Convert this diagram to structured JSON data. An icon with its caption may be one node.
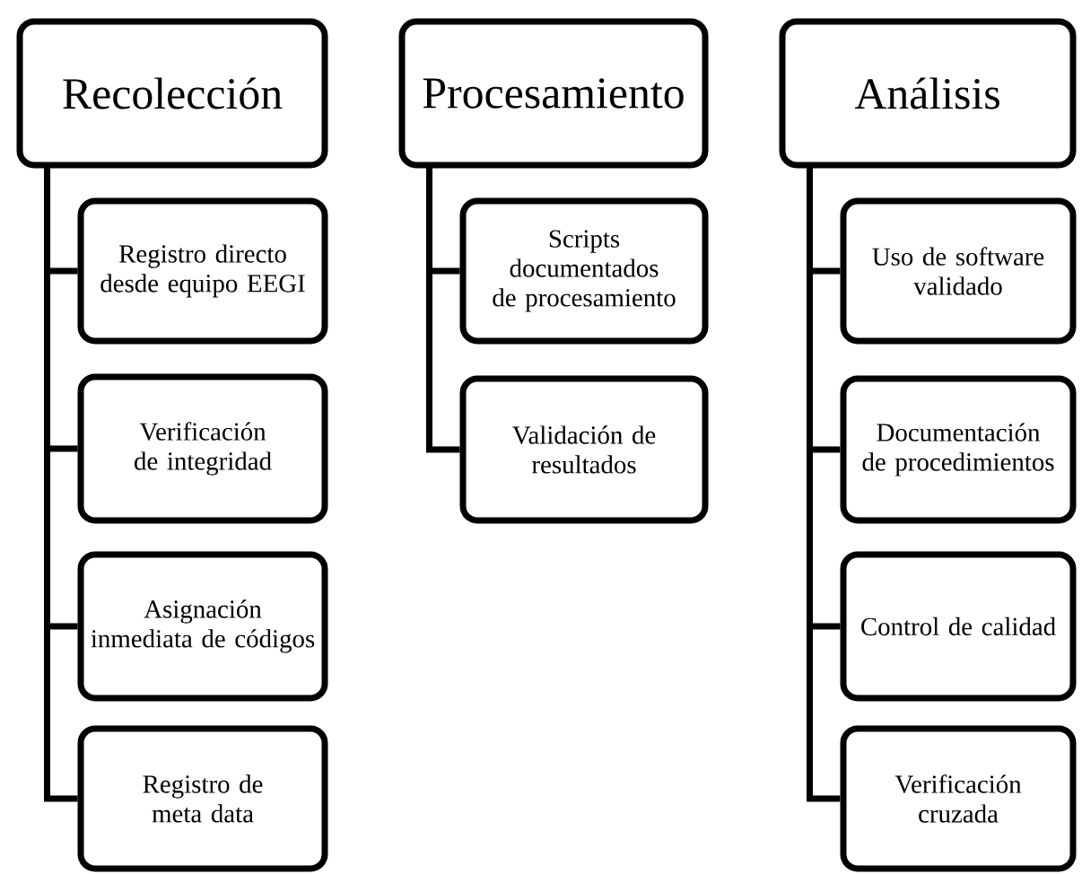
{
  "diagram": {
    "nodes": [
      {
        "text": [
          "Recolección"
        ]
      },
      {
        "text": [
          "Registro directo desde equipo EEGI"
        ]
      },
      {
        "text": [
          "Verificación de integridad"
        ]
      },
      {
        "text": [
          "Asignación inmediata de códigos"
        ]
      },
      {
        "text": [
          "Registro de meta data"
        ]
      },
      {
        "text": [
          "Procesamiento"
        ]
      },
      {
        "text": [
          "Scripts documentados de procesamiento"
        ]
      },
      {
        "text": [
          "Validación de resultados"
        ]
      },
      {
        "text": [
          "Análisis"
        ]
      },
      {
        "text": [
          "Uso de software validado"
        ]
      },
      {
        "text": [
          "Documentación de procedimientos"
        ]
      },
      {
        "text": [
          "Control de calidad"
        ]
      },
      {
        "text": [
          "Verificación cruzada"
        ]
      }
    ],
    "edges": [
      {
        "from": 0,
        "to": 1,
        "arrow": "none"
      },
      {
        "from": 0,
        "to": 2,
        "arrow": "none"
      },
      {
        "from": 0,
        "to": 3,
        "arrow": "none"
      },
      {
        "from": 0,
        "to": 4,
        "arrow": "none"
      },
      {
        "from": 5,
        "to": 6,
        "arrow": "none"
      },
      {
        "from": 5,
        "to": 7,
        "arrow": "none"
      },
      {
        "from": 8,
        "to": 9,
        "arrow": "none"
      },
      {
        "from": 8,
        "to": 10,
        "arrow": "none"
      },
      {
        "from": 8,
        "to": 11,
        "arrow": "none"
      },
      {
        "from": 8,
        "to": 12,
        "arrow": "none"
      }
    ]
  }
}
